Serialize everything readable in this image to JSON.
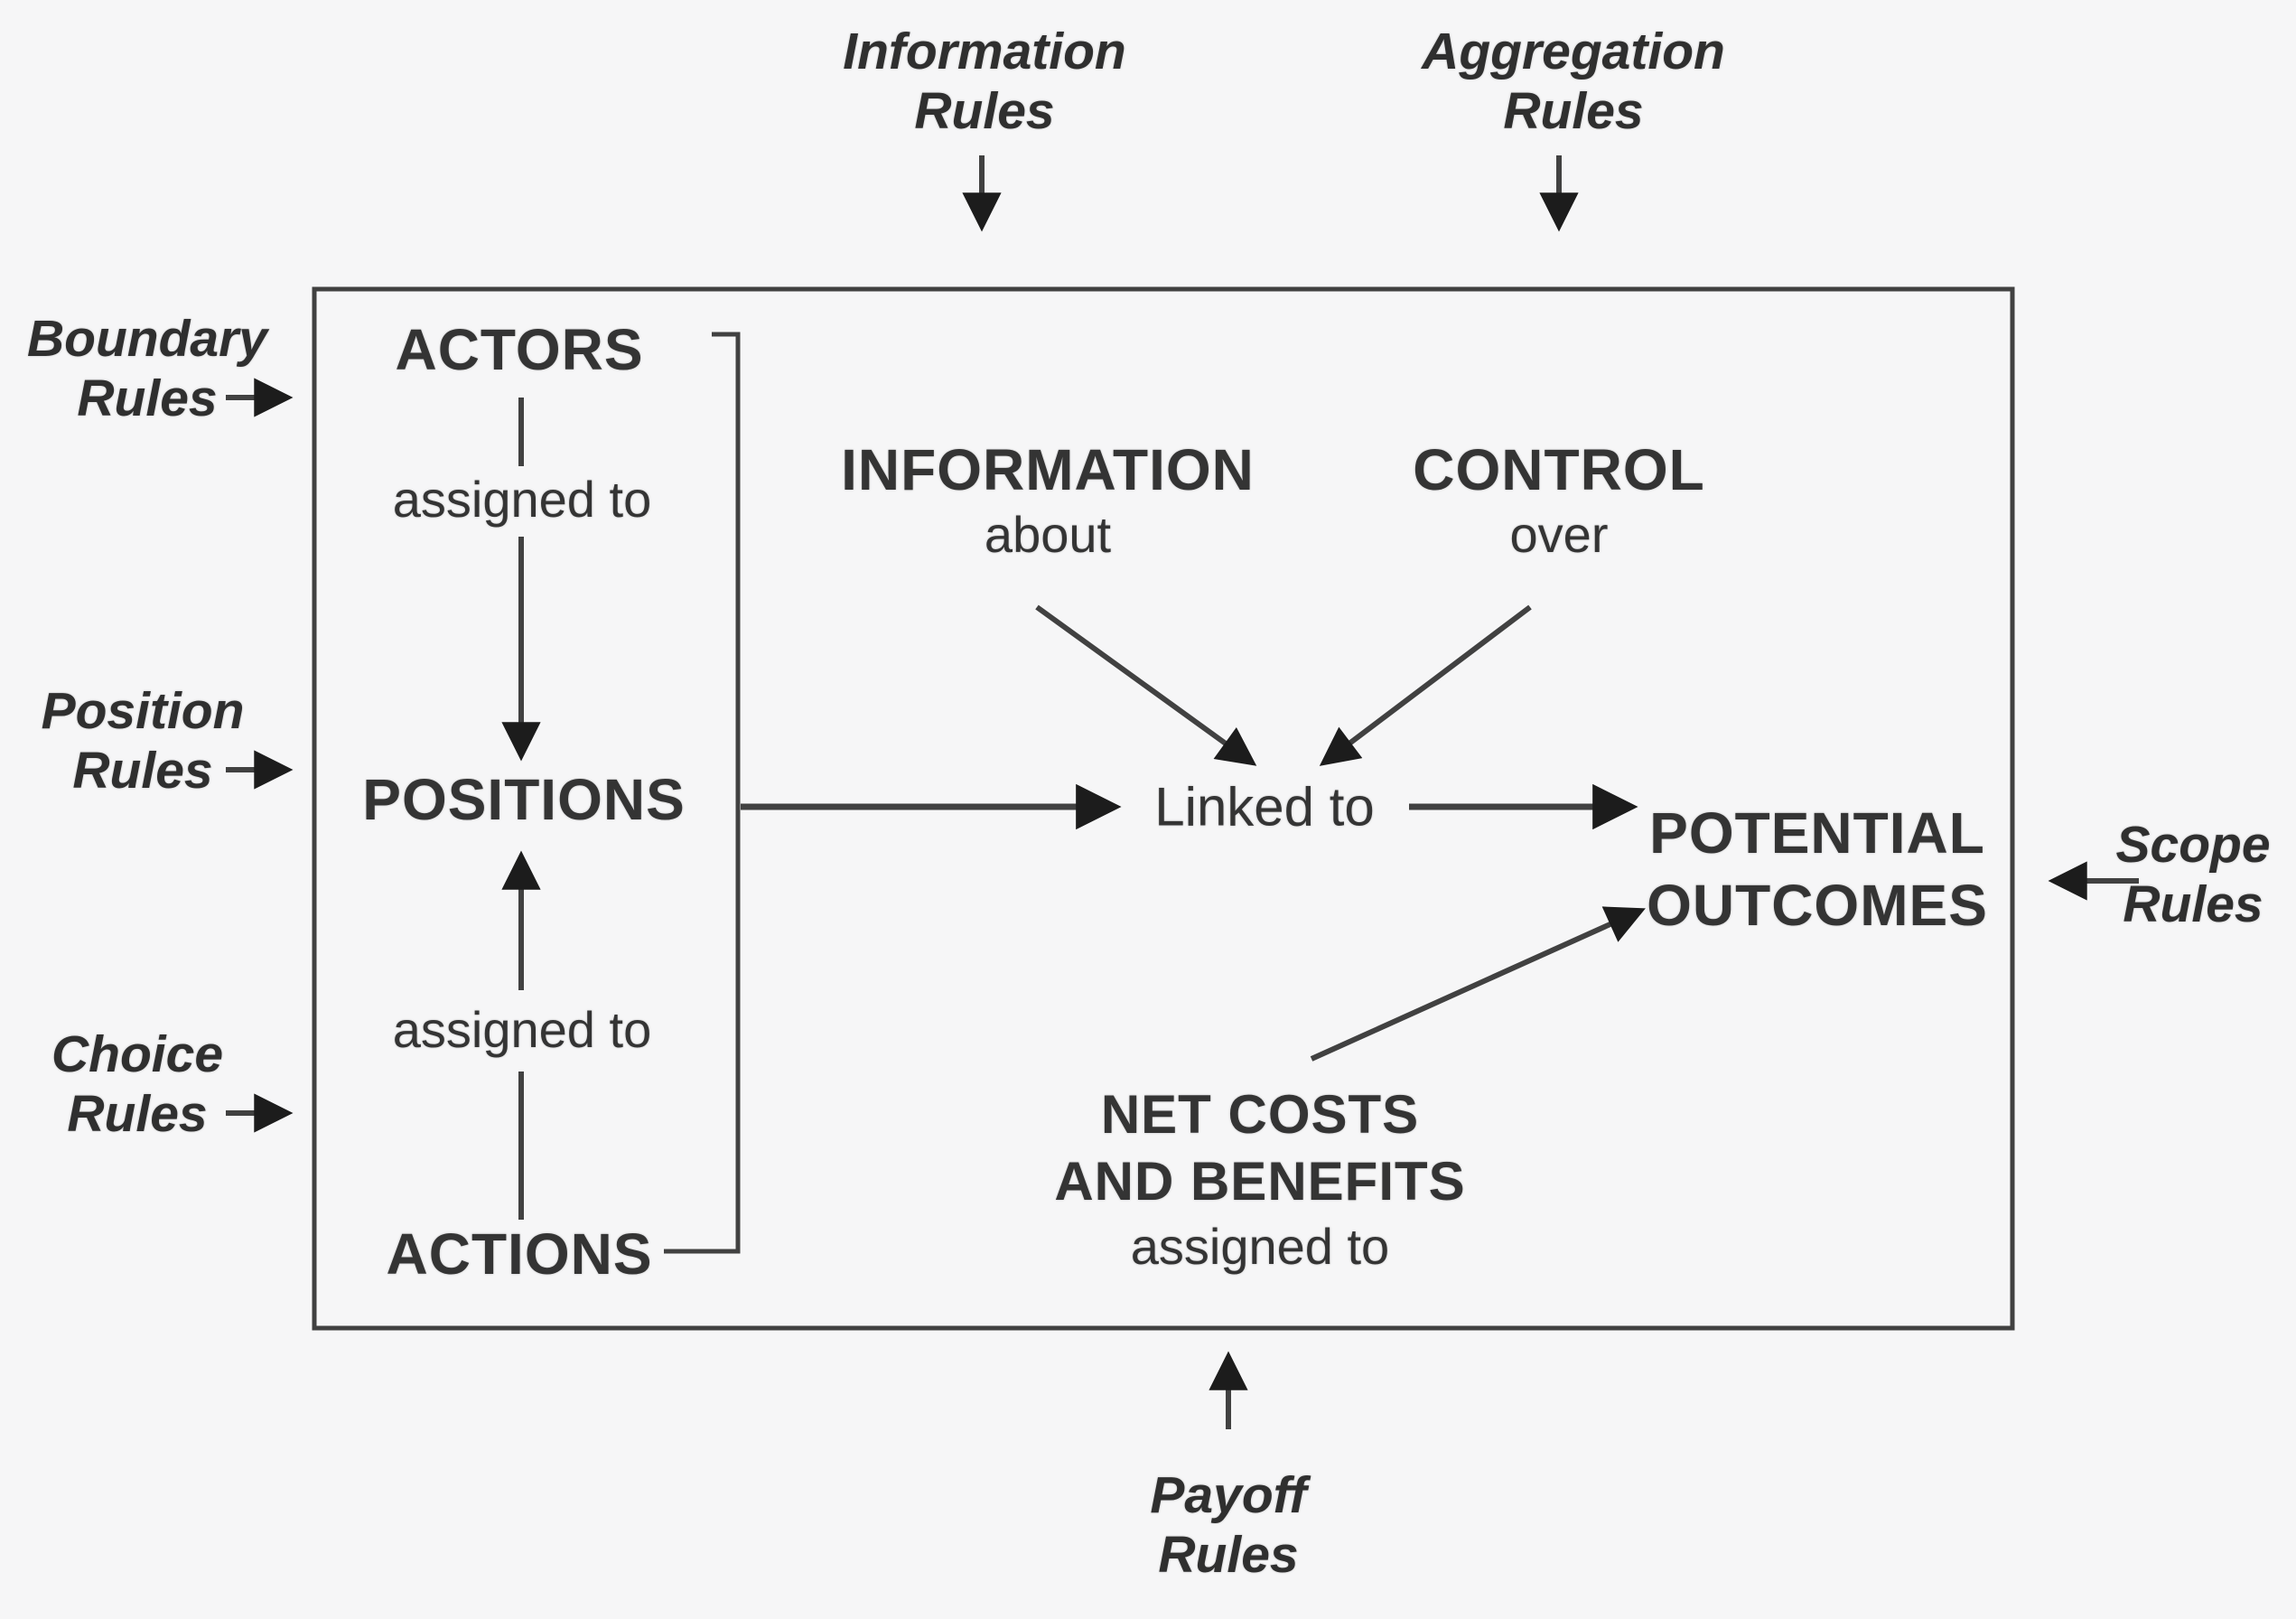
{
  "colors": {
    "background": "#f6f6f7",
    "ink": "#343434",
    "wire": "#414141",
    "arrowhead": "#1c1c1c"
  },
  "outer": {
    "information_rules": {
      "line1": "Information",
      "line2": "Rules"
    },
    "aggregation_rules": {
      "line1": "Aggregation",
      "line2": "Rules"
    },
    "boundary_rules": {
      "line1": "Boundary",
      "line2": "Rules"
    },
    "position_rules": {
      "line1": "Position",
      "line2": "Rules"
    },
    "choice_rules": {
      "line1": "Choice",
      "line2": "Rules"
    },
    "scope_rules": {
      "line1": "Scope",
      "line2": "Rules"
    },
    "payoff_rules": {
      "line1": "Payoff",
      "line2": "Rules"
    }
  },
  "inner": {
    "actors": "ACTORS",
    "assigned_to_upper": "assigned to",
    "positions": "POSITIONS",
    "assigned_to_lower": "assigned to",
    "actions": "ACTIONS",
    "information": {
      "line1": "INFORMATION",
      "line2": "about"
    },
    "control": {
      "line1": "CONTROL",
      "line2": "over"
    },
    "linked_to": "Linked to",
    "potential_outcomes": {
      "line1": "POTENTIAL",
      "line2": "OUTCOMES"
    },
    "net_costs": {
      "line1": "NET COSTS",
      "line2": "AND BENEFITS",
      "line3": "assigned to"
    }
  }
}
